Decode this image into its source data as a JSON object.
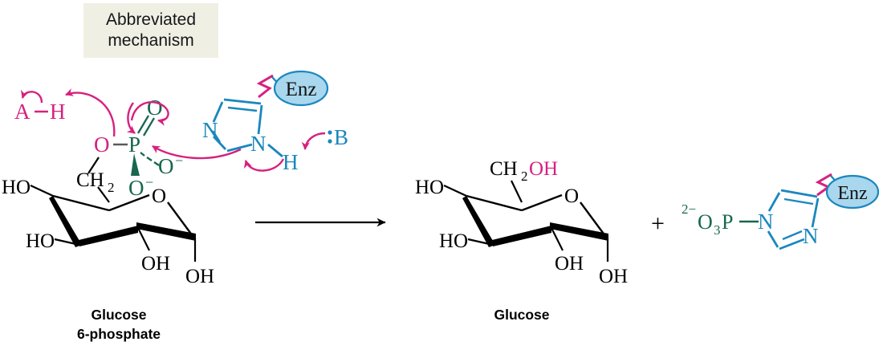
{
  "caption": {
    "line1": "Abbreviated",
    "line2": "mechanism"
  },
  "colors": {
    "magenta": "#d6217f",
    "blue": "#1b87bd",
    "enz_fill": "#a8d7ee",
    "green": "#17674f",
    "black": "#000000",
    "bond_grey": "#5a5a5a",
    "caption_bg": "#eff0e3"
  },
  "reactant": {
    "label_line1": "Glucose",
    "label_line2": "6-phosphate",
    "phosphate": {
      "ester_oxygen": "O",
      "phosphorus": "P",
      "double_bond_oxygen": "O",
      "anionic_oxygen_1": "O",
      "anionic_oxygen_1_charge": "−",
      "anionic_oxygen_2": "O",
      "anionic_oxygen_2_charge": "−"
    },
    "sugar": {
      "ring_oxygen": "O",
      "exocyclic_carbon": "CH",
      "exocyclic_carbon_sub": "2",
      "hydroxyl_c4": "HO",
      "hydroxyl_c3": "HO",
      "hydroxyl_c2": "OH",
      "hydroxyl_c1": "OH"
    }
  },
  "acid": {
    "label": "A",
    "bond": "—",
    "hydrogen": "H"
  },
  "base": {
    "label": "B",
    "lone_pair": ":"
  },
  "enzyme_reactant": {
    "enz_label": "Enz",
    "ring_nitrogen_left": "N",
    "ring_nitrogen_right": "N",
    "nh_hydrogen": "H"
  },
  "arrow": {
    "type": "reaction-arrow"
  },
  "plus_sign": "+",
  "product_sugar": {
    "label": "Glucose",
    "ring_oxygen": "O",
    "exocyclic_carbon": "CH",
    "exocyclic_carbon_sub": "2",
    "exocyclic_hydroxyl": "OH",
    "hydroxyl_c4": "HO",
    "hydroxyl_c3": "HO",
    "hydroxyl_c2": "OH",
    "hydroxyl_c1": "OH"
  },
  "product_phosphoenzyme": {
    "charge": "2−",
    "phosphate_formula": "O",
    "phosphate_sub": "3",
    "phosphorus": "P",
    "bond": "—",
    "ring_nitrogen_left": "N",
    "ring_nitrogen_right": "N",
    "enz_label": "Enz"
  },
  "curved_arrows": {
    "count": 5,
    "description": [
      "A-H bond to A",
      "phosphate-oxygen to A-H",
      "P=O pi bond to O",
      "N lone pair to P",
      "N-H bond to N",
      "base B to N-H hydrogen"
    ]
  }
}
